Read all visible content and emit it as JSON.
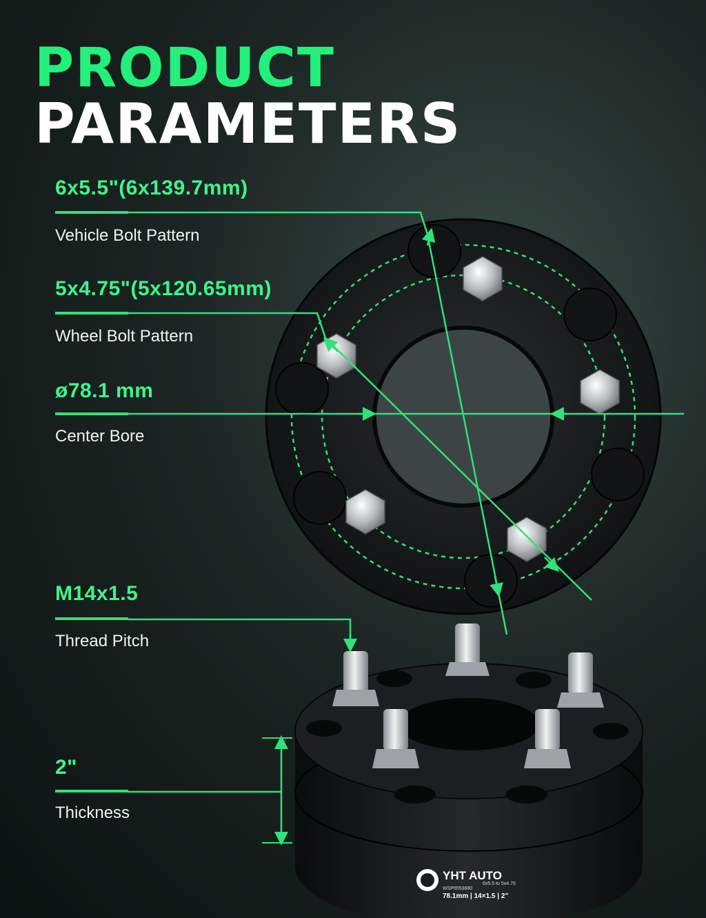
{
  "title": {
    "line1": "PRODUCT",
    "line2": "PARAMETERS"
  },
  "specs": [
    {
      "value": "6x5.5\"(6x139.7mm)",
      "label": "Vehicle Bolt Pattern"
    },
    {
      "value": "5x4.75\"(5x120.65mm)",
      "label": "Wheel Bolt Pattern"
    },
    {
      "value": "ø78.1 mm",
      "label": "Center Bore"
    },
    {
      "value": "M14x1.5",
      "label": "Thread Pitch"
    },
    {
      "value": "2\"",
      "label": "Thickness"
    }
  ],
  "brand": {
    "name": "YHT AUTO",
    "part_number": "WSP6553680",
    "spec_line1": "6x5.5 to 5x4.75",
    "spec_line2": "78.1mm | 14×1.5 | 2\""
  },
  "colors": {
    "accent": "#2fe27a",
    "accent_light": "#3ef58a",
    "title_white": "#ffffff"
  }
}
